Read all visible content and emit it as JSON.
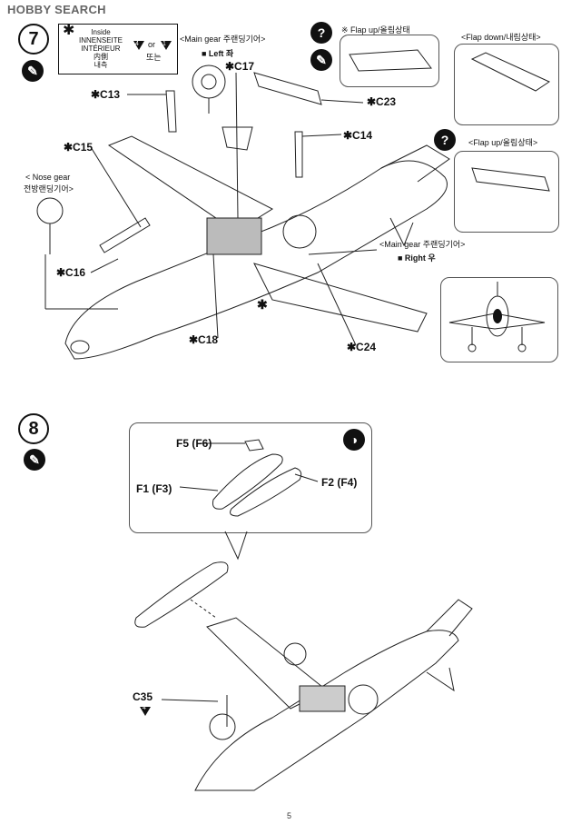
{
  "watermark": "HOBBY SEARCH",
  "page_number": "5",
  "step7": {
    "number": "7",
    "inside_box": {
      "asterisk": "✱",
      "line1": "Inside",
      "line2": "INNENSEITE",
      "line3": "INTÉRIEUR",
      "line4": "内側",
      "line5": "내측",
      "or": "or",
      "korean_or": "또는",
      "paint_a": "4",
      "paint_b": "1"
    },
    "main_gear_left_label": "<Main gear 주랜딩기어>",
    "left_label": "■ Left 좌",
    "main_gear_right_label": "<Main gear 주랜딩기어>",
    "right_label": "■ Right 우",
    "nose_gear_label_1": "< Nose gear",
    "nose_gear_label_2": "전방랜딩기어>",
    "flap_up_label": "※ Flap up/올림상태",
    "flap_down_label": "<Flap down/내림상태>",
    "flap_up_label_2": "<Flap up/올림상태>",
    "parts": {
      "c13": "✱C13",
      "c14": "✱C14",
      "c15": "✱C15",
      "c16": "✱C16",
      "c17": "✱C17",
      "c18": "✱C18",
      "c23": "✱C23",
      "c24": "✱C24",
      "asterisk": "✱"
    }
  },
  "step8": {
    "number": "8",
    "parts": {
      "f5": "F5 (F6)",
      "f1": "F1 (F3)",
      "f2": "F2 (F4)",
      "c35": "C35",
      "c35_paint": "4"
    }
  },
  "icons": {
    "question": "?",
    "glue": "glue-icon",
    "paint": "paint-icon",
    "attention": "attention-icon"
  }
}
